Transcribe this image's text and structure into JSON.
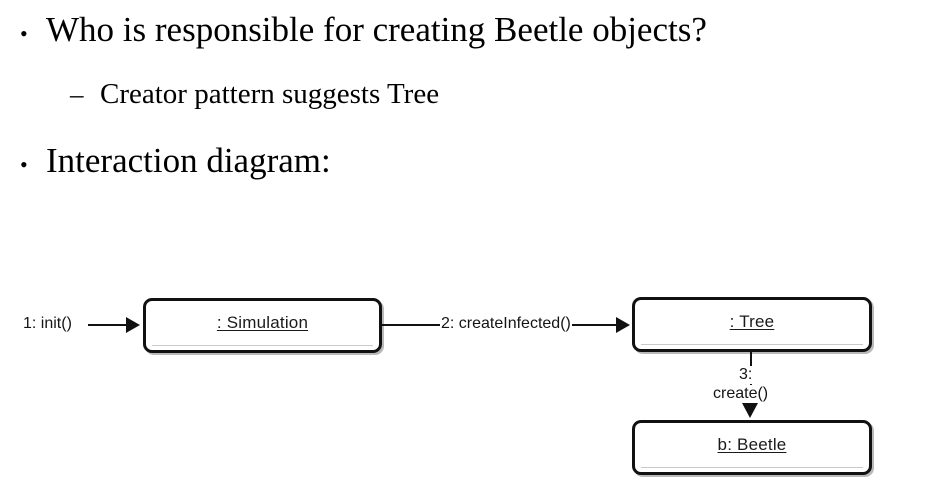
{
  "slide": {
    "bullets": [
      {
        "marker": "•",
        "text": "Who is responsible for creating Beetle objects?",
        "level": 1
      },
      {
        "marker": "–",
        "text": "Creator pattern suggests Tree",
        "level": 2
      },
      {
        "marker": "•",
        "text": "Interaction diagram:",
        "level": 1
      }
    ]
  },
  "diagram": {
    "objects": [
      {
        "id": "simulation",
        "label": ": Simulation"
      },
      {
        "id": "tree",
        "label": ": Tree"
      },
      {
        "id": "beetle",
        "label": "b: Beetle"
      }
    ],
    "messages": [
      {
        "id": "m1",
        "label": "1: init()"
      },
      {
        "id": "m2",
        "label": "2: createInfected()"
      },
      {
        "id": "m3_number",
        "label": "3:"
      },
      {
        "id": "m3_name",
        "label": "create()"
      }
    ]
  },
  "colors": {
    "background": "#ffffff",
    "ink": "#000000",
    "box_border": "#111111",
    "box_shadow": "#b9b9b9",
    "label_text": "#1a1a1a"
  }
}
